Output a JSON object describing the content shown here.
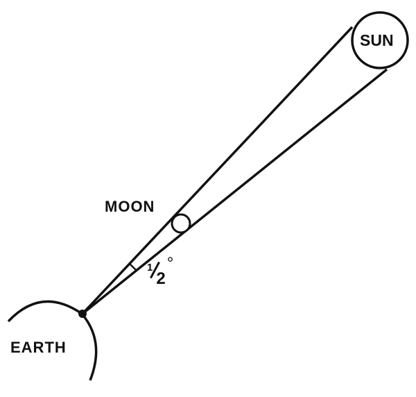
{
  "labels": {
    "sun": "SUN",
    "moon": "MOON",
    "earth": "EARTH",
    "angle_num": "1",
    "angle_den": "2",
    "angle_deg": "°"
  },
  "colors": {
    "ink": "#111111",
    "background": "#ffffff"
  }
}
